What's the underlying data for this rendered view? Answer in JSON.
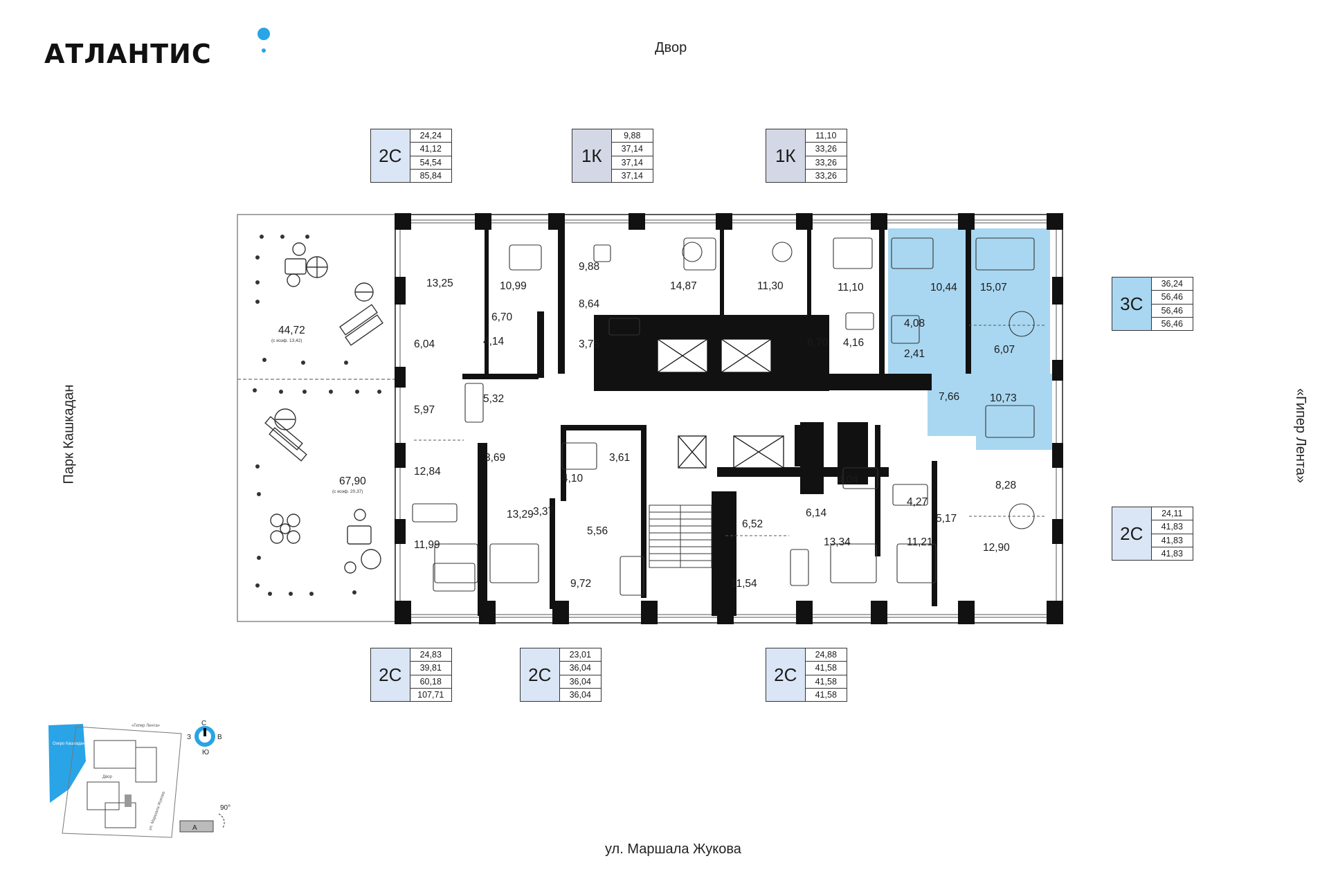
{
  "brand": {
    "name": "АТЛАНТИС"
  },
  "compass_labels": {
    "north": "Двор",
    "south": "ул. Маршала Жукова",
    "west": "Парк Кашкадан",
    "east": "«Гипер Лента»"
  },
  "units": [
    {
      "code": "2С",
      "areas": [
        "24,24",
        "41,12",
        "54,54",
        "85,84"
      ],
      "status": "normal"
    },
    {
      "code": "1К",
      "areas": [
        "9,88",
        "37,14",
        "37,14",
        "37,14"
      ],
      "status": "normal"
    },
    {
      "code": "1К",
      "areas": [
        "11,10",
        "33,26",
        "33,26",
        "33,26"
      ],
      "status": "normal"
    },
    {
      "code": "3С",
      "areas": [
        "36,24",
        "56,46",
        "56,46",
        "56,46"
      ],
      "status": "selected"
    },
    {
      "code": "2С",
      "areas": [
        "24,11",
        "41,83",
        "41,83",
        "41,83"
      ],
      "status": "normal"
    },
    {
      "code": "2С",
      "areas": [
        "24,83",
        "39,81",
        "60,18",
        "107,71"
      ],
      "status": "normal"
    },
    {
      "code": "2С",
      "areas": [
        "23,01",
        "36,04",
        "36,04",
        "36,04"
      ],
      "status": "normal"
    },
    {
      "code": "2С",
      "areas": [
        "24,88",
        "41,58",
        "41,58",
        "41,58"
      ],
      "status": "normal"
    }
  ],
  "rooms": {
    "r1": "44,72",
    "r1n": "(с коэф. 13,42)",
    "r2": "67,90",
    "r2n": "(с коэф. 20,37)",
    "r3": "13,25",
    "r4": "6,04",
    "r5": "4,14",
    "r6": "10,99",
    "r7": "6,70",
    "r8": "9,88",
    "r9": "8,64",
    "r10": "3,75",
    "r11": "14,87",
    "r12": "11,30",
    "r13": "11,10",
    "r14": "6,70",
    "r15": "4,16",
    "r16": "10,44",
    "r17": "15,07",
    "r18": "4,08",
    "r19": "2,41",
    "r20": "6,07",
    "r21": "7,66",
    "r22": "10,73",
    "r23": "5,97",
    "r24": "5,32",
    "r25": "12,84",
    "r26": "3,69",
    "r27": "4,10",
    "r28": "3,61",
    "r29": "3,37",
    "r30": "11,99",
    "r31": "13,29",
    "r32": "5,56",
    "r33": "9,72",
    "r34": "6,52",
    "r35": "11,54",
    "r36": "4,04",
    "r37": "6,14",
    "r38": "13,34",
    "r39": "4,27",
    "r40": "5,17",
    "r41": "11,21",
    "r42": "8,28",
    "r43": "12,90"
  },
  "minimap": {
    "lake": "Озеро Кашкадан",
    "street1": "«Гипер Лента»",
    "street2": "ул. Маршала Жукова",
    "yard": "Двор",
    "compass_n": "С",
    "compass_s": "Ю",
    "compass_w": "З",
    "compass_e": "В",
    "angle": "90°",
    "section": "А"
  },
  "colors": {
    "selected": "#a9d7f1",
    "accent": "#29a4e6",
    "wall": "#111111"
  }
}
